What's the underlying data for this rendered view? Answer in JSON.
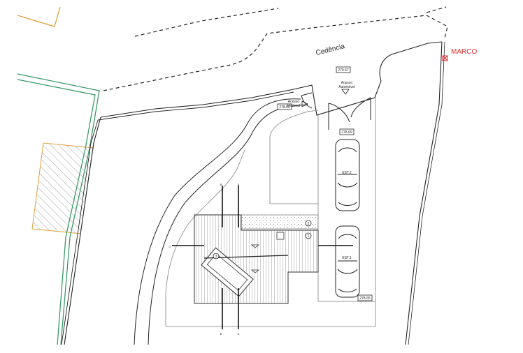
{
  "labels": {
    "cedencia": "Cedência",
    "marco": "MARCO",
    "acesso_auto_line1": "Acesso",
    "acesso_auto_line2": "Automóvel",
    "acesso_ped_line1": "Acesso",
    "acesso_ped_line2": "Pedonal",
    "est2": "EST.2",
    "est1": "EST.1",
    "circle_1": "1",
    "circle_2": "2",
    "circle_3": "3",
    "section_a": "A",
    "section_b": "B",
    "section_c": "C"
  },
  "levels": {
    "entrance": "279.67",
    "pedestrian": "278.66",
    "parking_top": "278.69",
    "parking_bottom": "278.65"
  },
  "colors": {
    "line": "#222222",
    "marco": "#e03030",
    "neighbor_green": "#3a9a6a",
    "neighbor_orange": "#e0a040",
    "grey_line": "#9a9a9a"
  }
}
